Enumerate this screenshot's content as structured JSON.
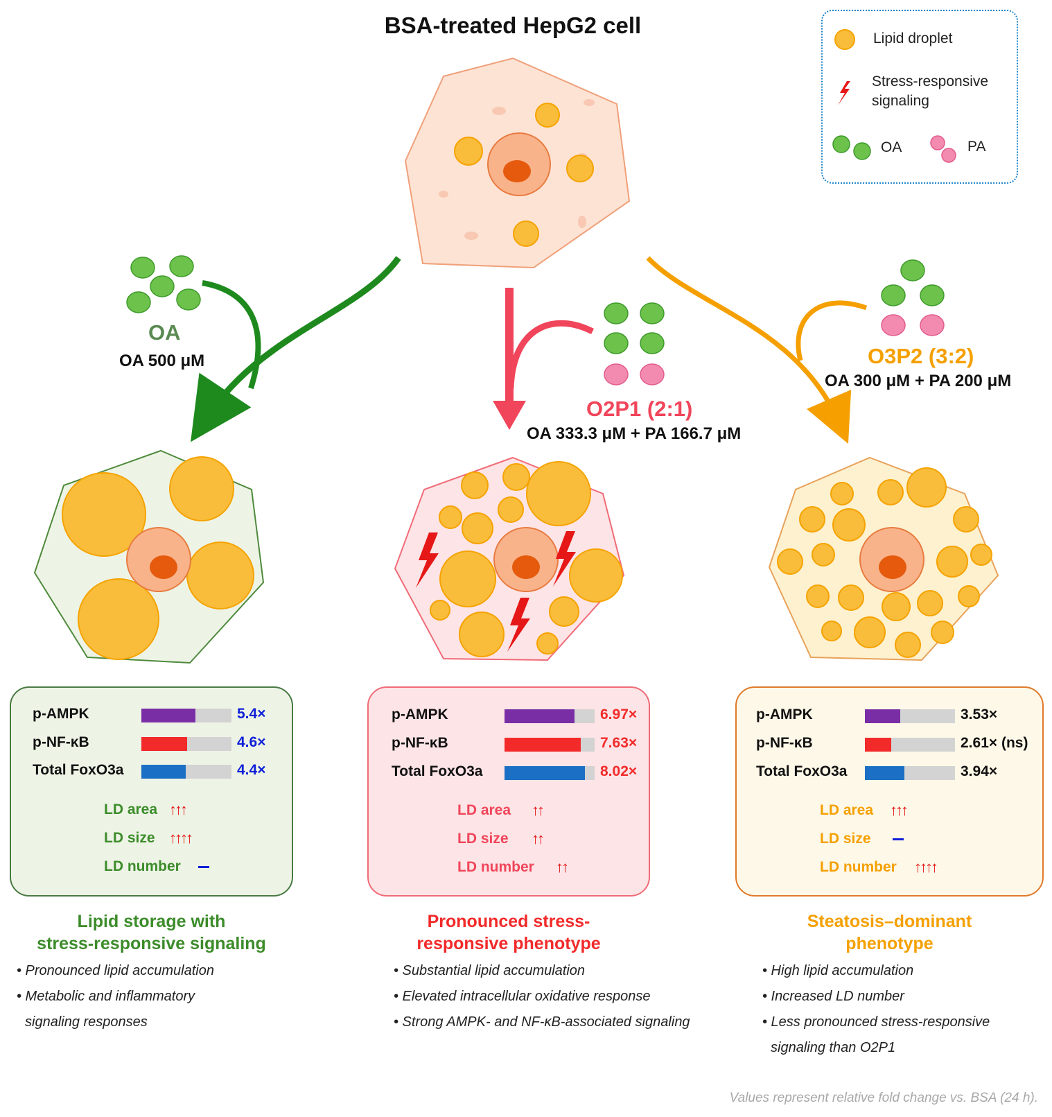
{
  "title": "BSA-treated HepG2 cell",
  "legend": {
    "lipid_droplet": "Lipid droplet",
    "stress_line1": "Stress-responsive",
    "stress_line2": "signaling",
    "oa": "OA",
    "pa": "PA"
  },
  "treatments": {
    "oa": {
      "name": "OA",
      "dose": "OA 500 μM"
    },
    "o2p1": {
      "name": "O2P1 (2:1)",
      "dose": "OA 333.3 μM + PA 166.7 μM"
    },
    "o3p2": {
      "name": "O3P2 (3:2)",
      "dose": "OA 300 μM + PA 200 μM"
    }
  },
  "panels": [
    {
      "metrics": [
        {
          "label": "p-AMPK",
          "value": "5.4×",
          "fold": 5.4
        },
        {
          "label": "p-NF-κB",
          "value": "4.6×",
          "fold": 4.6
        },
        {
          "label": "Total FoxO3a",
          "value": "4.4×",
          "fold": 4.4
        }
      ],
      "ld": [
        {
          "label": "LD area",
          "arrows": "↑↑↑",
          "level": 3
        },
        {
          "label": "LD size",
          "arrows": "↑↑↑↑",
          "level": 4
        },
        {
          "label": "LD number",
          "arrows": "",
          "level": 0
        }
      ],
      "heading": [
        "Lipid storage with",
        "stress-responsive signaling"
      ],
      "bullets": [
        "• Pronounced lipid accumulation",
        "• Metabolic and inflammatory",
        "  signaling responses"
      ]
    },
    {
      "metrics": [
        {
          "label": "p-AMPK",
          "value": "6.97×",
          "fold": 6.97
        },
        {
          "label": "p-NF-κB",
          "value": "7.63×",
          "fold": 7.63
        },
        {
          "label": "Total FoxO3a",
          "value": "8.02×",
          "fold": 8.02
        }
      ],
      "ld": [
        {
          "label": "LD area",
          "arrows": "↑↑",
          "level": 2
        },
        {
          "label": "LD size",
          "arrows": "↑↑",
          "level": 2
        },
        {
          "label": "LD number",
          "arrows": "↑↑",
          "level": 2
        }
      ],
      "heading": [
        "Pronounced stress-",
        "responsive phenotype"
      ],
      "bullets": [
        "• Substantial lipid accumulation",
        "• Elevated intracellular oxidative response",
        "• Strong AMPK- and NF-κB-associated signaling"
      ]
    },
    {
      "metrics": [
        {
          "label": "p-AMPK",
          "value": "3.53×",
          "fold": 3.53
        },
        {
          "label": "p-NF-κB",
          "value": "2.61× (ns)",
          "fold": 2.61
        },
        {
          "label": "Total FoxO3a",
          "value": "3.94×",
          "fold": 3.94
        }
      ],
      "ld": [
        {
          "label": "LD area",
          "arrows": "↑↑↑",
          "level": 3
        },
        {
          "label": "LD size",
          "arrows": "",
          "level": 0
        },
        {
          "label": "LD number",
          "arrows": "↑↑↑↑",
          "level": 4
        }
      ],
      "heading": [
        "Steatosis–dominant",
        "phenotype"
      ],
      "bullets": [
        "• High lipid accumulation",
        "• Increased LD number",
        "• Less pronounced stress-responsive",
        "  signaling than O2P1"
      ]
    }
  ],
  "footnote": "Values represent relative fold change vs. BSA (24 h).",
  "colors": {
    "oa_green": "#1e8a1e",
    "o2p1_red": "#f0455a",
    "o3p2_orange": "#f5a000",
    "ampk": "#7a2ea6",
    "nfkb": "#f22a2a",
    "foxo3a": "#1b6fc4",
    "droplet": "#f9bd3b"
  }
}
